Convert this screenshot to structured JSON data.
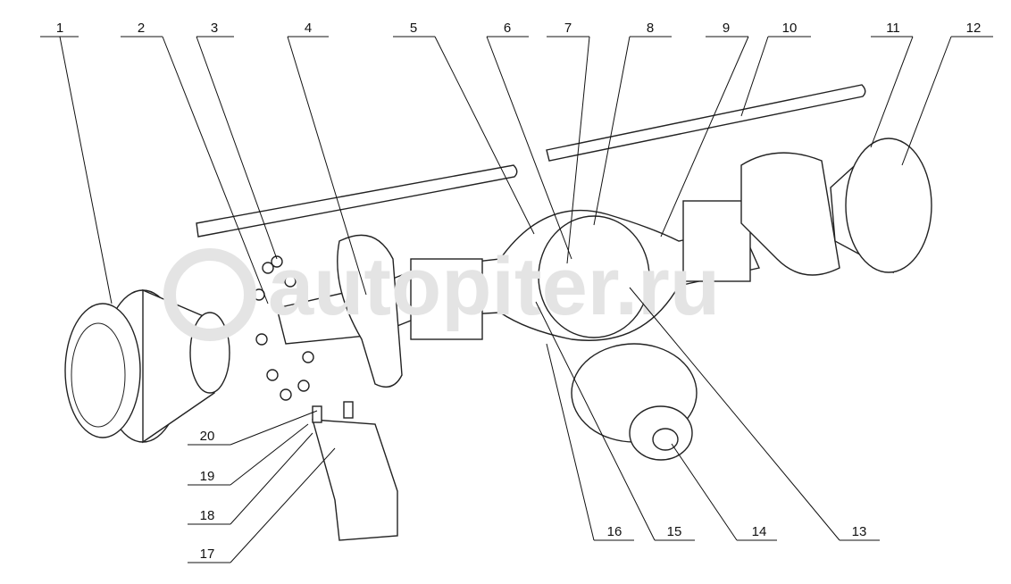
{
  "watermark": "autopiter.ru",
  "callouts": [
    {
      "id": "1",
      "label": "1"
    },
    {
      "id": "2",
      "label": "2"
    },
    {
      "id": "3",
      "label": "3"
    },
    {
      "id": "4",
      "label": "4"
    },
    {
      "id": "5",
      "label": "5"
    },
    {
      "id": "6",
      "label": "6"
    },
    {
      "id": "7",
      "label": "7"
    },
    {
      "id": "8",
      "label": "8"
    },
    {
      "id": "9",
      "label": "9"
    },
    {
      "id": "10",
      "label": "10"
    },
    {
      "id": "11",
      "label": "11"
    },
    {
      "id": "12",
      "label": "12"
    },
    {
      "id": "13",
      "label": "13"
    },
    {
      "id": "14",
      "label": "14"
    },
    {
      "id": "15",
      "label": "15"
    },
    {
      "id": "16",
      "label": "16"
    },
    {
      "id": "17",
      "label": "17"
    },
    {
      "id": "18",
      "label": "18"
    },
    {
      "id": "19",
      "label": "19"
    },
    {
      "id": "20",
      "label": "20"
    }
  ]
}
